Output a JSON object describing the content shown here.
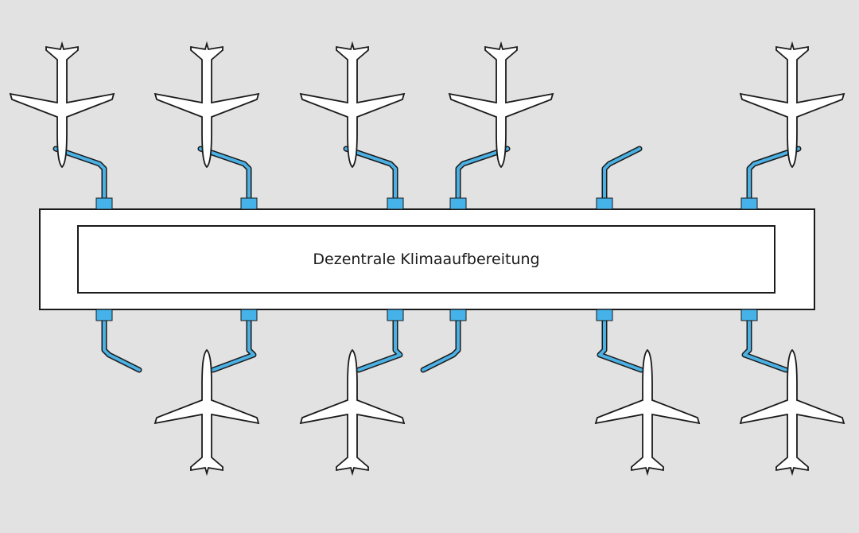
{
  "terminal": {
    "label": "Dezentrale Klimaaufbereitung"
  },
  "stands": {
    "top": [
      "occupied",
      "occupied",
      "occupied",
      "occupied",
      "empty",
      "occupied"
    ],
    "bottom": [
      "empty",
      "occupied",
      "occupied",
      "empty",
      "occupied",
      "occupied"
    ]
  },
  "colors": {
    "background": "#e2e2e2",
    "duct": "#4bb0e3",
    "unit": "#45b3ea",
    "outline": "#1a1a1a",
    "fill": "#ffffff"
  }
}
